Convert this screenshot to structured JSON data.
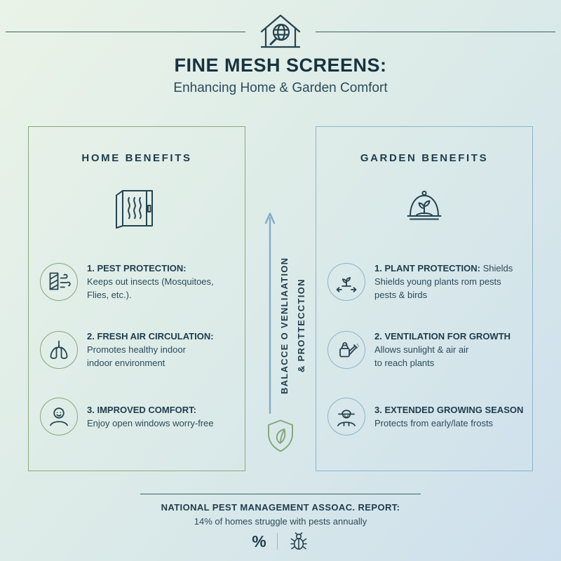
{
  "header": {
    "title": "FINE MESH SCREENS:",
    "subtitle": "Enhancing Home & Garden Comfort"
  },
  "home_panel": {
    "heading": "HOME BENEFITS",
    "items": [
      {
        "title": "1. PEST PROTECTION:",
        "lines": [
          "Keeps out insects (Mosquitoes,",
          "Flies, etc.)."
        ]
      },
      {
        "title": "2. FRESH AIR CIRCULATION:",
        "lines": [
          "Promotes healthy indoor",
          "indoor environment"
        ]
      },
      {
        "title": "3. IMPROVED COMFORT:",
        "lines": [
          "Enjoy open windows worry-free"
        ]
      }
    ]
  },
  "garden_panel": {
    "heading": "GARDEN BENEFITS",
    "items": [
      {
        "title": "1. PLANT PROTECTION:",
        "suffix": " Shields",
        "lines": [
          "Shields young plants rom pests",
          "pests & birds"
        ]
      },
      {
        "title": "2. VENTILATION FOR GROWTH",
        "lines": [
          "Allows sunlight & air air",
          "to reach plants"
        ]
      },
      {
        "title": "3. EXTENDED GROWING SEASON",
        "lines": [
          "Protects from early/late frosts"
        ]
      }
    ]
  },
  "center": {
    "label_line1": "BALACCE O VENLIAATION",
    "label_line2": "& PROTTECCTION"
  },
  "footer": {
    "report_title": "NATIONAL PEST MANAGEMENT ASSOAC. REPORT:",
    "report_stat": "14% of homes struggle with pests annually",
    "percent_symbol": "%"
  },
  "icons": {
    "logo": "house-mesh-magnifier-icon",
    "home_main": "open-window-airflow-icon",
    "home_items": [
      "window-screen-wind-icon",
      "lungs-icon",
      "smiling-person-icon"
    ],
    "garden_main": "garden-cloche-plant-icon",
    "garden_items": [
      "plant-protection-arrows-icon",
      "watering-can-icon",
      "farmer-icon"
    ],
    "center_arrow": "up-arrow-icon",
    "center_shield": "shield-leaf-icon",
    "footer_icons": [
      "percent-symbol",
      "bug-icon"
    ]
  },
  "colors": {
    "green_accent": "#86a87a",
    "blue_accent": "#8fb3c9",
    "dark_text": "#1e3c4c",
    "arrow_blue": "#84aac7"
  }
}
